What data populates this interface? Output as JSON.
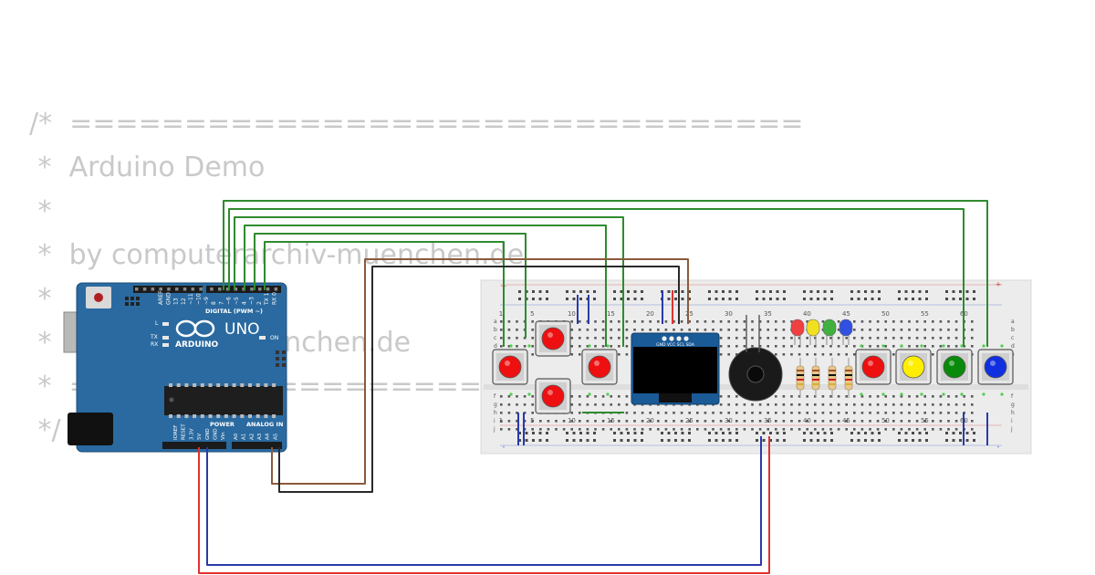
{
  "code_comment": {
    "lines": [
      "/*  ================================",
      " *  Arduino Demo",
      " *",
      " *  by computerarchiv-muenchen.de",
      " *",
      " *  makercafe-muenchen.de",
      " *  ================================",
      " */"
    ]
  },
  "arduino": {
    "model_label": "UNO",
    "brand_label": "ARDUINO",
    "digital_label": "DIGITAL (PWM ~)",
    "power_label": "POWER",
    "analog_label": "ANALOG IN",
    "on_label": "ON",
    "l_label": "L",
    "tx_label": "TX",
    "rx_label": "RX",
    "top_pin_labels": [
      "AREF",
      "GND",
      "13",
      "12",
      "~11",
      "~10",
      "~9",
      "8",
      "7",
      "~6",
      "~5",
      "4",
      "~3",
      "2",
      "TX 1",
      "RX 0"
    ],
    "bottom_pin_labels": [
      "IOREF",
      "RESET",
      "3.3V",
      "5V",
      "GND",
      "GND",
      "Vin",
      "A0",
      "A1",
      "A2",
      "A3",
      "A4",
      "A5"
    ]
  },
  "breadboard": {
    "column_numbers": [
      "1",
      "5",
      "10",
      "15",
      "20",
      "25",
      "30",
      "35",
      "40",
      "45",
      "50",
      "55",
      "60"
    ],
    "row_letters_top": [
      "a",
      "b",
      "c",
      "d",
      "e"
    ],
    "row_letters_bottom": [
      "f",
      "g",
      "h",
      "i",
      "j"
    ]
  },
  "oled": {
    "pin_labels": "GND VCC SCL SDA"
  },
  "components": {
    "dpad_buttons": [
      "red",
      "red",
      "red",
      "red"
    ],
    "row_buttons": [
      "red",
      "yellow",
      "green",
      "blue"
    ],
    "leds": [
      "red",
      "yellow",
      "green",
      "blue"
    ],
    "resistor_count": 4,
    "buzzer": "piezo buzzer"
  },
  "colors": {
    "board_blue": "#2a6aa0",
    "wire_green": "#2e8b2e",
    "wire_brown": "#8b5a3c",
    "wire_black": "#2a2a2a",
    "wire_red": "#e03030",
    "wire_blue": "#2a3aa8",
    "comment_gray": "#c9c9c9"
  }
}
